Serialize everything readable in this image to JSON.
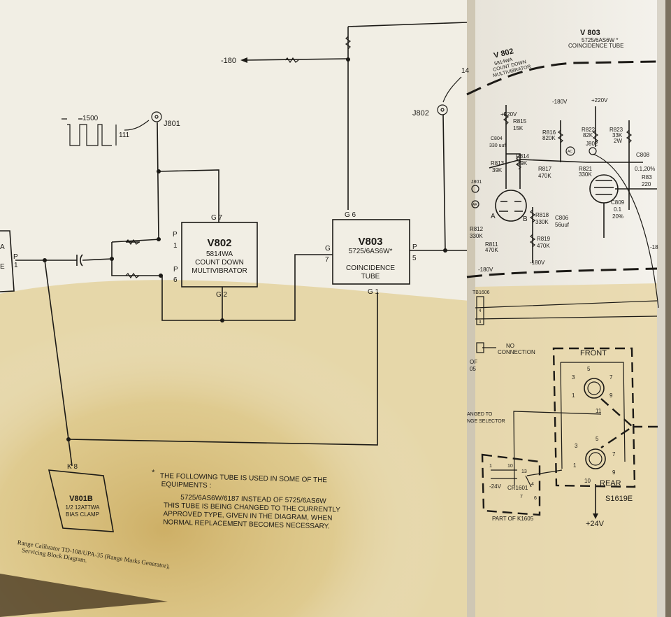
{
  "left_page": {
    "waveform": {
      "period_label": "1500",
      "amplitude_label": "111"
    },
    "j801": "J801",
    "minus180": "-180",
    "j802": "J802",
    "j802_arrow_label": "14",
    "v802": {
      "name": "V802",
      "type": "5814WA",
      "line1": "COUNT DOWN",
      "line2": "MULTIVIBRATOR",
      "pin_g7": "G 7",
      "pin_p1_p": "P",
      "pin_p1_n": "1",
      "pin_p6_p": "P",
      "pin_p6_n": "6",
      "pin_g2": "G 2"
    },
    "v803": {
      "name": "V803",
      "type": "5725/6AS6W*",
      "line1": "COINCIDENCE",
      "line2": "TUBE",
      "pin_g6": "G 6",
      "pin_g7_g": "G",
      "pin_g7_n": "7",
      "pin_p5_p": "P",
      "pin_p5_n": "5",
      "pin_g1": "G 1"
    },
    "left_block": {
      "line1": "A",
      "line2": "E",
      "pin_p": "P",
      "pin_n": "1"
    },
    "v801b": {
      "name": "V801B",
      "type": "1/2 12AT7WA",
      "line1": "BIAS CLAMP",
      "pin": "K 8"
    },
    "footnote": {
      "star": "*",
      "line1": "THE FOLLOWING TUBE IS USED IN SOME OF THE",
      "line2": "EQUIPMENTS :",
      "line3": "5725/6AS6W/6187 INSTEAD OF 5725/6AS6W",
      "line4": "THIS TUBE IS BEING CHANGED TO THE CURRENTLY",
      "line5": "APPROVED TYPE, GIVEN IN THE DIAGRAM, WHEN",
      "line6": "NORMAL REPLACEMENT BECOMES NECESSARY."
    },
    "caption": {
      "line1": "Range Calibrator TD-108/UPA-35 (Range Marks Generator),",
      "line2": "Servicing Block Diagram."
    }
  },
  "right_page": {
    "v802": {
      "name": "V 802",
      "type": "5814WA",
      "line1": "COUNT DOWN",
      "line2": "MULTIVIBRATOR"
    },
    "v803": {
      "name": "V 803",
      "type": "5725/6AS6W *",
      "line1": "COINCIDENCE TUBE"
    },
    "supplies": {
      "p220a": "+220V",
      "m180a": "-180V",
      "p220b": "+220V",
      "m180b": "-180V",
      "m180c": "-180V",
      "m180d": "-18",
      "p24": "+24V"
    },
    "components": {
      "r815": "R815",
      "r815v": "15K",
      "c804": "C804",
      "c804v": "330 uuf",
      "r813": "R813",
      "r813v": "39K",
      "r814": "R814",
      "r814v": "39K",
      "r816": "R816",
      "r816v": "820K",
      "r817": "R817",
      "r817v": "470K",
      "r822": "R822",
      "r822v": "82K",
      "r823": "R823",
      "r823v": "33K",
      "r823w": "2W",
      "r821": "R821",
      "r821v": "330K",
      "c808": "C808",
      "c808v": "0.1,20%",
      "r83x": "R83",
      "r83xv": "220",
      "r818": "R818",
      "r818v": "330K",
      "c806": "C806",
      "c806v": "56uuf",
      "r819": "R819",
      "r819v": "470K",
      "c809": "C809",
      "c809v": "0.1",
      "c809t": "20%",
      "r812": "R812",
      "r812v": "330K",
      "r811": "R811",
      "r811v": "470K",
      "j801": "J801",
      "j802": "J802",
      "ac": "AC",
      "ar": "AR",
      "sec_a": "A",
      "sec_b": "B"
    },
    "tb1606": {
      "name": "TB1606",
      "pin4": "4",
      "pin3": "3",
      "no_conn1": "NO",
      "no_conn2": "CONNECTION",
      "part_of1": "OF",
      "part_of2": "05"
    },
    "ganged": {
      "line1": "ANGED TO",
      "line2": "NGE SELECTOR"
    },
    "switch": {
      "front": "FRONT",
      "rear": "REAR",
      "name": "S1619E",
      "front_pins": [
        "5",
        "3",
        "7",
        "1",
        "9",
        "11"
      ],
      "rear_pins": [
        "5",
        "3",
        "7",
        "1",
        "9",
        "10"
      ]
    },
    "relay": {
      "label": "PART OF K1605",
      "minus24": "-24V",
      "cr": "CR1601",
      "p1": "1",
      "p10": "10",
      "p13": "13",
      "p7": "7",
      "p4": "4",
      "p6": "6"
    }
  }
}
